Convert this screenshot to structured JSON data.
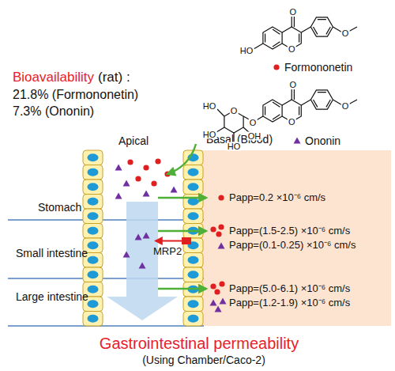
{
  "diagram": {
    "nodes": [
      {
        "text": [
          "Stomach"
        ]
      },
      {
        "text": [
          "Small intestine"
        ]
      },
      {
        "text": [
          "Large intestine"
        ]
      },
      {
        "text": [
          "Basal (Blood)"
        ]
      },
      {
        "text": [
          "Papp=0.2 ×10⁻⁶ cm/s"
        ],
        "in": 3
      },
      {
        "text": [
          "Papp=(1.5-2.5) ×10⁻⁶ cm/s",
          "Papp=(0.1-0.25) ×10⁻⁶ cm/s"
        ],
        "in": 3
      },
      {
        "text": [
          "Papp=(5.0-6.1) ×10⁻⁶ cm/s",
          "Papp=(1.2-1.9) ×10⁻⁶ cm/s"
        ],
        "in": 3
      }
    ],
    "edges": [
      {
        "from": 0,
        "to": 4,
        "arrow": "to"
      },
      {
        "from": 1,
        "to": 5,
        "arrow": "to"
      },
      {
        "from": 2,
        "to": 6,
        "arrow": "to"
      }
    ],
    "labels": [
      "Bioavailability",
      "(rat) :",
      "21.8% (Formononetin)",
      "7.3% (Ononin)",
      "HO",
      "O",
      "O",
      "O",
      "Formononetin",
      "HO",
      "HO",
      "HO",
      "OH",
      "O",
      "O",
      "O",
      "O",
      "O",
      "Ononin",
      "Apical",
      "MRP2",
      "Gastrointestinal permeability",
      "(Using Chamber/Caco-2)"
    ]
  }
}
